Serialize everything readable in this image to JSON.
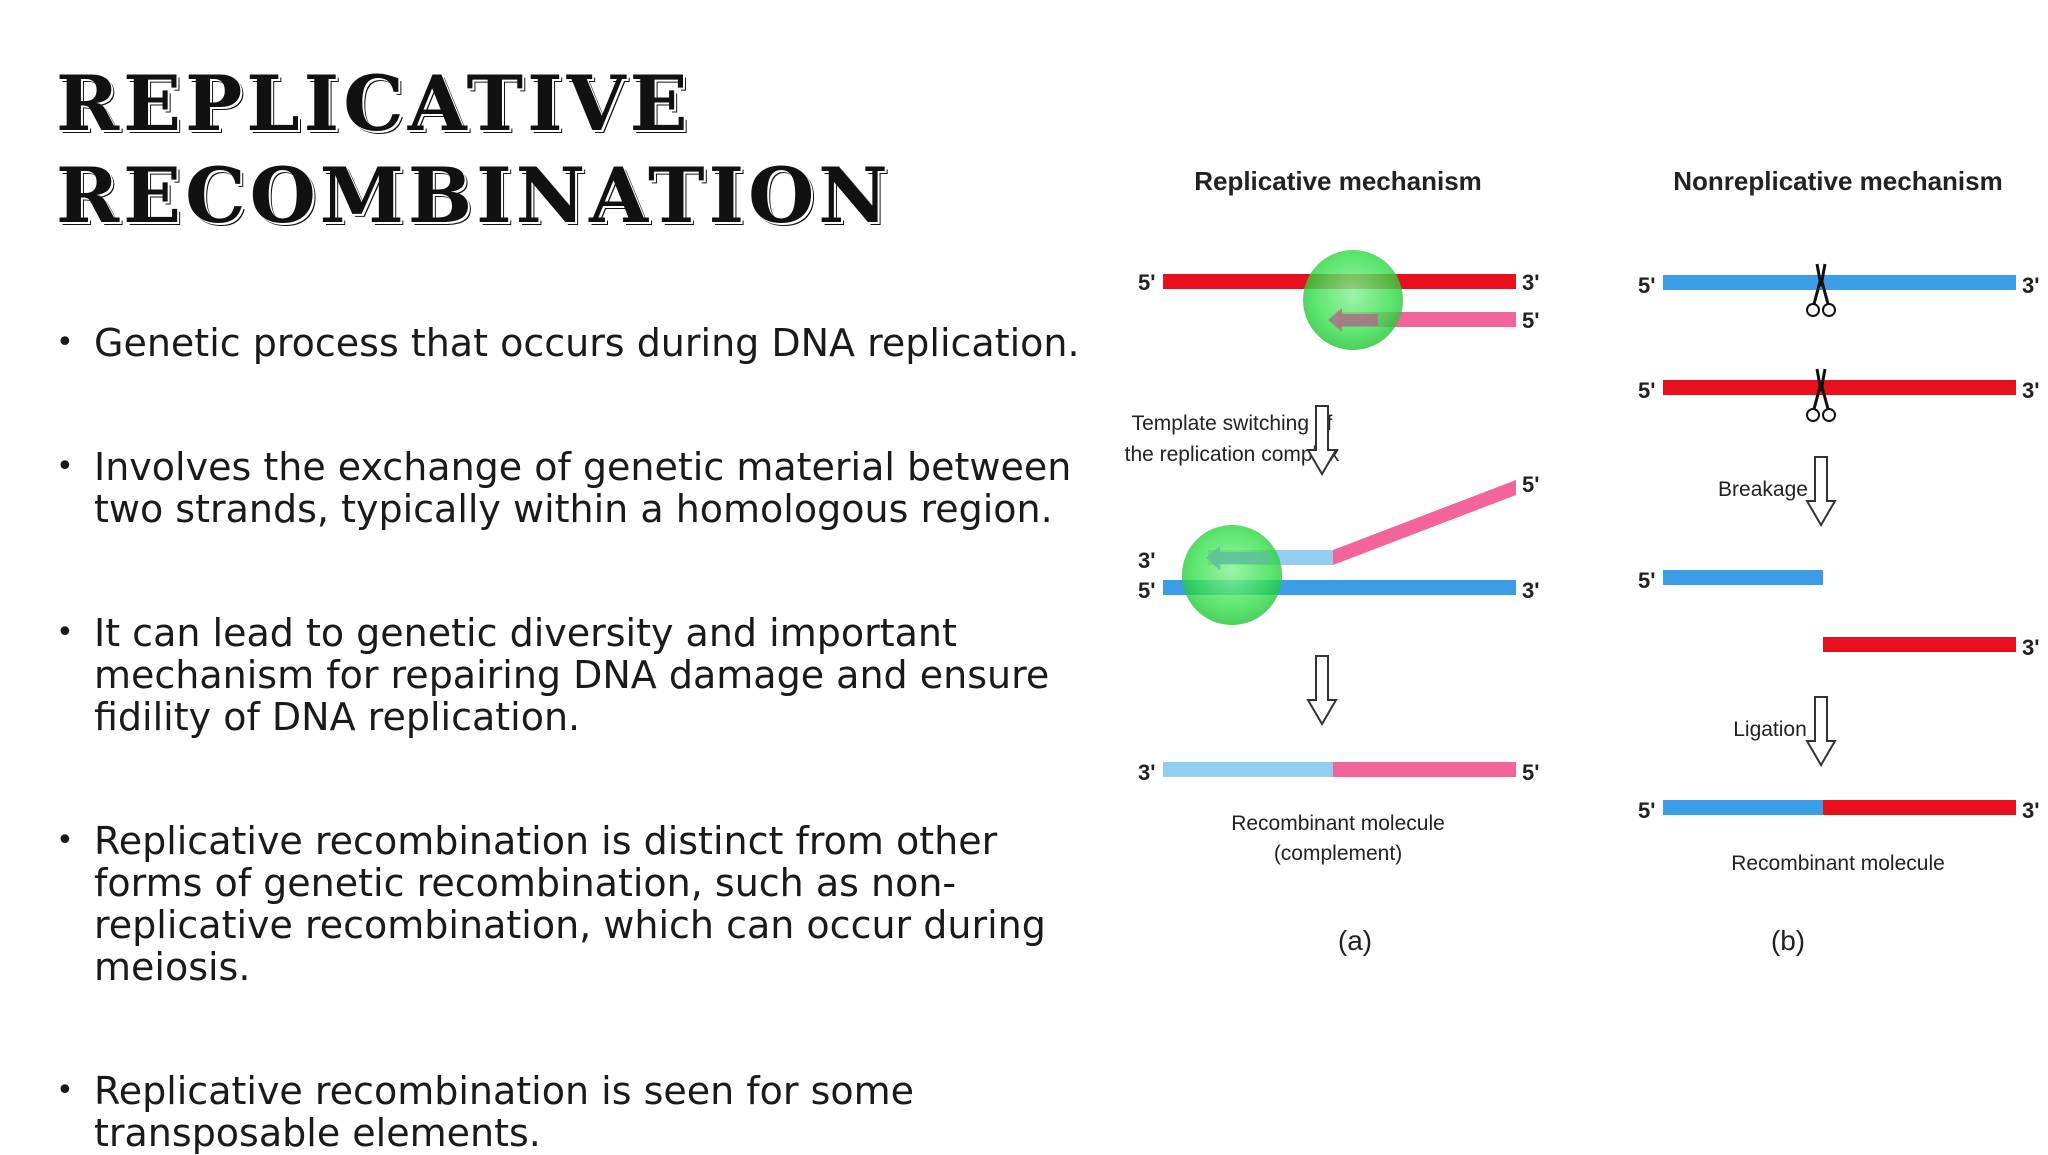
{
  "slide": {
    "title_line1": "REPLICATIVE",
    "title_line2": "RECOMBINATION",
    "bullets": [
      "Genetic process that occurs during DNA replication.",
      "Involves the exchange of genetic material between two strands, typically within a homologous region.",
      "It can lead to genetic diversity and important mechanism for repairing DNA damage and ensure fidility of DNA replication.",
      "Replicative recombination is distinct from other forms of genetic recombination, such as non-replicative recombination, which can occur during meiosis.",
      "Replicative recombination is seen for some transposable elements."
    ],
    "bullet_marker": "•"
  },
  "figure": {
    "panel_a": {
      "heading": "Replicative mechanism",
      "step_label_line1": "Template switching of",
      "step_label_line2": "the replication complex",
      "result_label_line1": "Recombinant molecule",
      "result_label_line2": "(complement)",
      "panel_letter": "(a)"
    },
    "panel_b": {
      "heading": "Nonreplicative mechanism",
      "breakage_label": "Breakage",
      "ligation_label": "Ligation",
      "result_label": "Recombinant molecule",
      "panel_letter": "(b)"
    },
    "end_5": "5'",
    "end_3": "3'",
    "colors": {
      "red_strand": "#e8101c",
      "pink_strand": "#f2649a",
      "blue_strand": "#3a9de6",
      "light_blue_strand": "#93cdf0",
      "replication_complex": "#35e04a"
    },
    "icons": [
      "scissors-icon",
      "down-arrow-icon"
    ]
  }
}
